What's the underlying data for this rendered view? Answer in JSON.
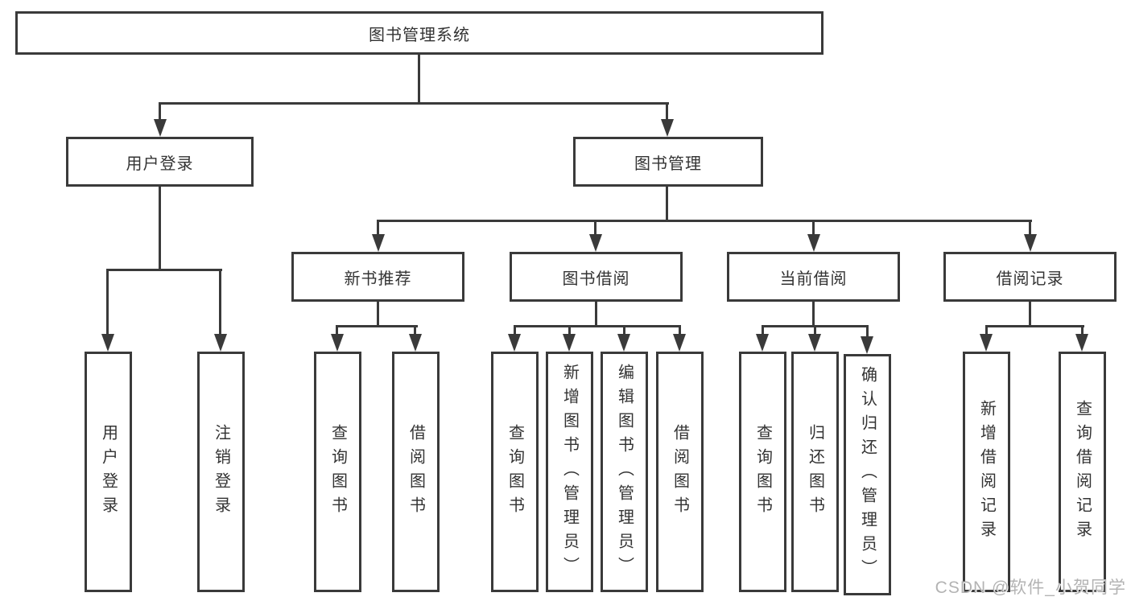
{
  "root": {
    "label": "图书管理系统"
  },
  "user": {
    "label": "用户登录",
    "children": [
      "用户登录",
      "注销登录"
    ]
  },
  "mgmt": {
    "label": "图书管理",
    "groups": [
      {
        "label": "新书推荐",
        "children": [
          "查询图书",
          "借阅图书"
        ]
      },
      {
        "label": "图书借阅",
        "children": [
          "查询图书",
          "新增图书（管理员）",
          "编辑图书（管理员）",
          "借阅图书"
        ]
      },
      {
        "label": "当前借阅",
        "children": [
          "查询图书",
          "归还图书",
          "确认归还（管理员）"
        ]
      },
      {
        "label": "借阅记录",
        "children": [
          "新增借阅记录",
          "查询借阅记录"
        ]
      }
    ]
  },
  "watermark": "CSDN @软件_小贺同学",
  "colors": {
    "line": "#3a3a3a",
    "text": "#333333",
    "watermark": "#b3b3b3",
    "background": "#ffffff"
  }
}
